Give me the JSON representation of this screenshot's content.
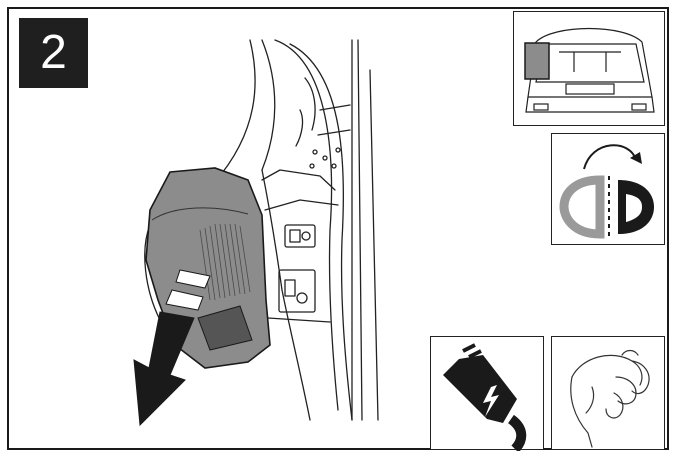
{
  "step": {
    "number": "2"
  },
  "icons": {
    "main": "tailgate-side-trim-panel-removal",
    "arrow": "pull-direction-arrow",
    "location": "car-rear-location-icon",
    "procedure": "repeat-opposite-side-icon",
    "warning": "electrical-plug-hazard-icon",
    "hand": "hand-grip-icon"
  },
  "colors": {
    "panel": "#8c8c8c",
    "ink": "#1a1a1a",
    "badge": "#1f1f1f"
  }
}
